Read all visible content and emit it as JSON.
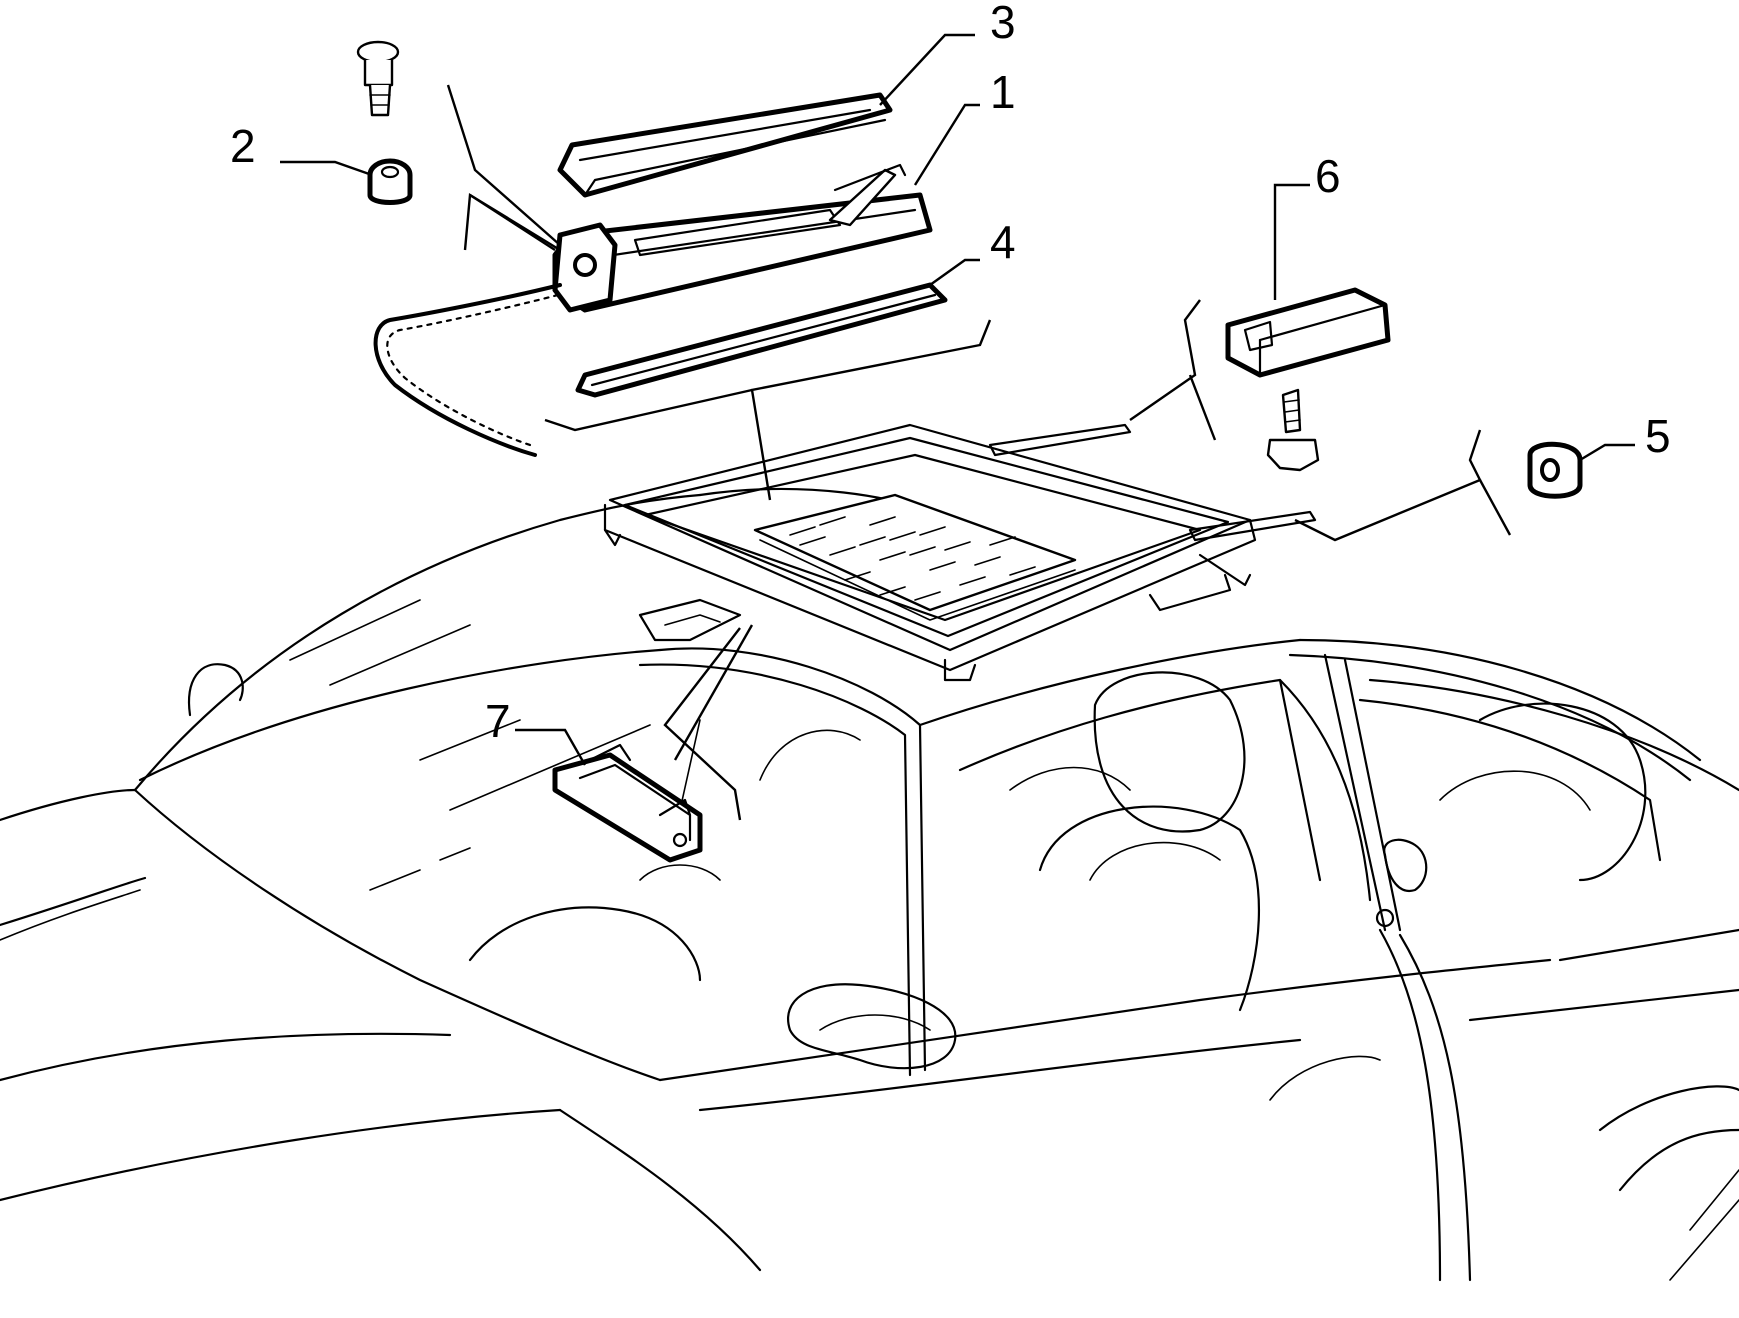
{
  "callouts": [
    {
      "id": "part-1",
      "label": "1"
    },
    {
      "id": "part-2",
      "label": "2"
    },
    {
      "id": "part-3",
      "label": "3"
    },
    {
      "id": "part-4",
      "label": "4"
    },
    {
      "id": "part-5",
      "label": "5"
    },
    {
      "id": "part-6",
      "label": "6"
    },
    {
      "id": "part-7",
      "label": "7"
    }
  ],
  "colors": {
    "ink": "#000000",
    "paper": "#ffffff"
  }
}
